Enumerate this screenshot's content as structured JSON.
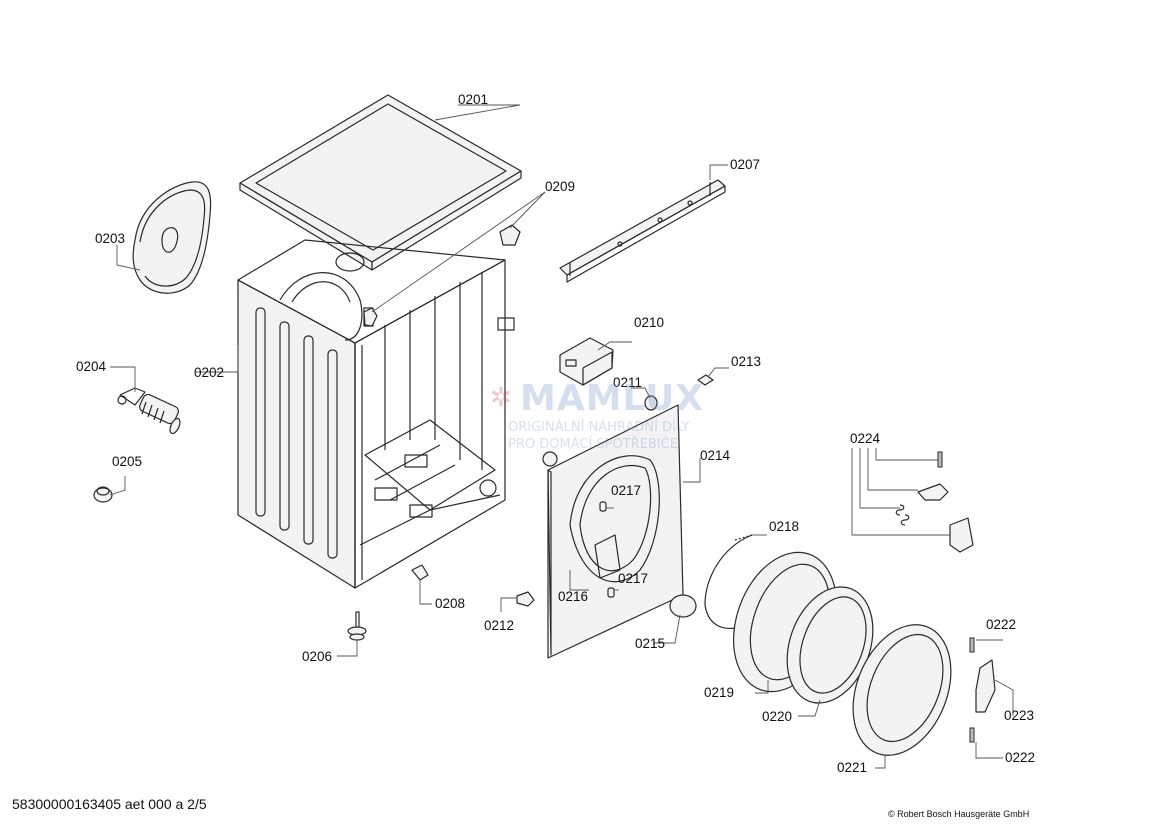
{
  "parts": [
    {
      "id": "p0201",
      "label": "0201"
    },
    {
      "id": "p0202",
      "label": "0202"
    },
    {
      "id": "p0203",
      "label": "0203"
    },
    {
      "id": "p0204",
      "label": "0204"
    },
    {
      "id": "p0205",
      "label": "0205"
    },
    {
      "id": "p0206",
      "label": "0206"
    },
    {
      "id": "p0207",
      "label": "0207"
    },
    {
      "id": "p0208",
      "label": "0208"
    },
    {
      "id": "p0209",
      "label": "0209"
    },
    {
      "id": "p0210",
      "label": "0210"
    },
    {
      "id": "p0211",
      "label": "0211"
    },
    {
      "id": "p0212",
      "label": "0212"
    },
    {
      "id": "p0213",
      "label": "0213"
    },
    {
      "id": "p0214",
      "label": "0214"
    },
    {
      "id": "p0215",
      "label": "0215"
    },
    {
      "id": "p0216",
      "label": "0216"
    },
    {
      "id": "p0217a",
      "label": "0217"
    },
    {
      "id": "p0217b",
      "label": "0217"
    },
    {
      "id": "p0218",
      "label": "0218"
    },
    {
      "id": "p0219",
      "label": "0219"
    },
    {
      "id": "p0220",
      "label": "0220"
    },
    {
      "id": "p0221",
      "label": "0221"
    },
    {
      "id": "p0222a",
      "label": "0222"
    },
    {
      "id": "p0222b",
      "label": "0222"
    },
    {
      "id": "p0223",
      "label": "0223"
    },
    {
      "id": "p0224",
      "label": "0224"
    }
  ],
  "footer": {
    "document_code": "58300000163405 aet 000 a 2/5",
    "copyright": "© Robert Bosch Hausgeräte GmbH"
  },
  "watermark": {
    "brand": "MAMLUX",
    "line1": "ORIGINÁLNÍ NÁHRADNÍ DÍLY",
    "line2": "PRO DOMÁCÍ SPOTŘEBIČE"
  },
  "colors": {
    "line": "#2a2a2a",
    "watermark_blue": "#7896c8",
    "watermark_red": "#d24646"
  }
}
